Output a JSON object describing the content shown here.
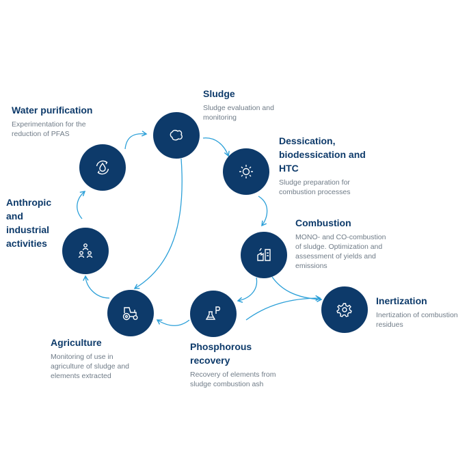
{
  "colors": {
    "node_fill": "#0d3a6a",
    "arrow": "#2a9fd8",
    "title_text": "#0d3a6a",
    "desc_text": "#6f7b87",
    "background": "#ffffff"
  },
  "nodes": {
    "sludge": {
      "icon": "sludge-blob-icon",
      "title": "Sludge",
      "desc": "Sludge evaluation and monitoring"
    },
    "dessication": {
      "icon": "sun-icon",
      "title": "Dessication, biodessication and HTC",
      "desc": "Sludge preparation for combustion processes"
    },
    "combustion": {
      "icon": "factory-icon",
      "title": "Combustion",
      "desc": "MONO- and CO-combustion of sludge. Optimization and assessment of yields and emissions"
    },
    "inertization": {
      "icon": "gear-icon",
      "title": "Inertization",
      "desc": "Inertization of combustion residues"
    },
    "phosphorous": {
      "icon": "flask-phosphorus-icon",
      "title": "Phosphorous recovery",
      "desc": "Recovery of elements from sludge combustion ash"
    },
    "agriculture": {
      "icon": "tractor-icon",
      "title": "Agriculture",
      "desc": "Monitoring of use in agriculture of sludge and elements extracted"
    },
    "anthropic": {
      "icon": "people-network-icon",
      "title": "Anthropic and industrial activities",
      "desc": ""
    },
    "water": {
      "icon": "water-cycle-icon",
      "title": "Water purification",
      "desc": "Experimentation for the reduction of PFAS"
    }
  }
}
